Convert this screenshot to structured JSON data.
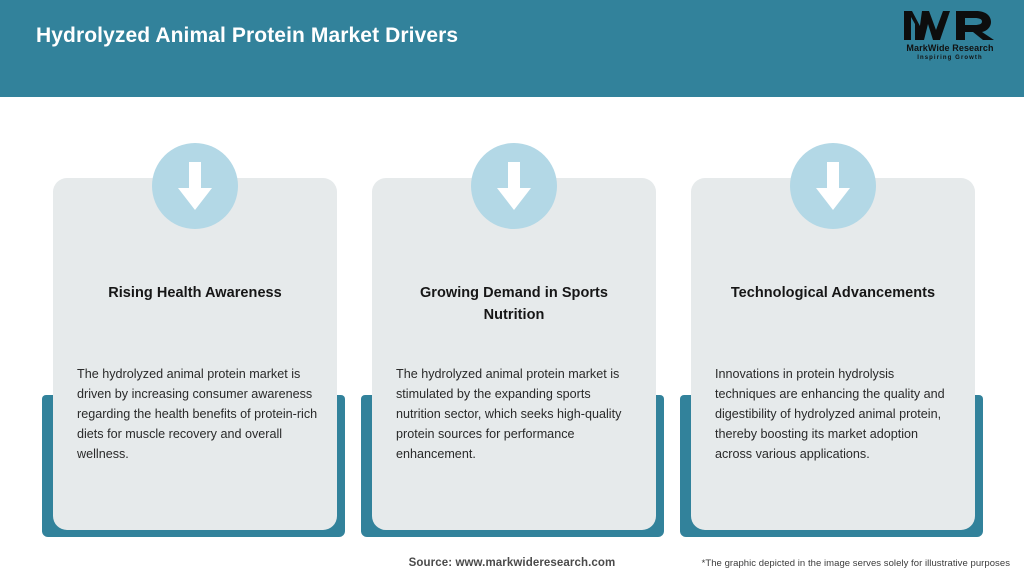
{
  "header": {
    "title": "Hydrolyzed Animal Protein Market Drivers",
    "background_color": "#32829b",
    "logo": {
      "mark": "MWR",
      "name": "MarkWide Research",
      "tagline": "Inspiring Growth"
    }
  },
  "cards": [
    {
      "icon": "down-arrow-icon",
      "title": "Rising Health Awareness",
      "body": "The hydrolyzed animal protein market is driven by increasing consumer awareness regarding the health benefits of protein-rich diets for muscle recovery and overall wellness."
    },
    {
      "icon": "down-arrow-icon",
      "title": "Growing Demand in Sports Nutrition",
      "body": "The hydrolyzed animal protein market is stimulated by the expanding sports nutrition sector, which seeks high-quality protein sources for performance enhancement."
    },
    {
      "icon": "down-arrow-icon",
      "title": "Technological Advancements",
      "body": "Innovations in protein hydrolysis techniques are enhancing the quality and digestibility of hydrolyzed animal protein, thereby boosting its market adoption across various applications."
    }
  ],
  "footer": {
    "source": "Source: www.markwideresearch.com",
    "disclaimer": "*The graphic depicted in the image serves solely for illustrative purposes"
  },
  "colors": {
    "accent_teal": "#32829b",
    "card_background": "#e6eaeb",
    "icon_circle": "#b3d8e6",
    "title_text": "#161616"
  }
}
